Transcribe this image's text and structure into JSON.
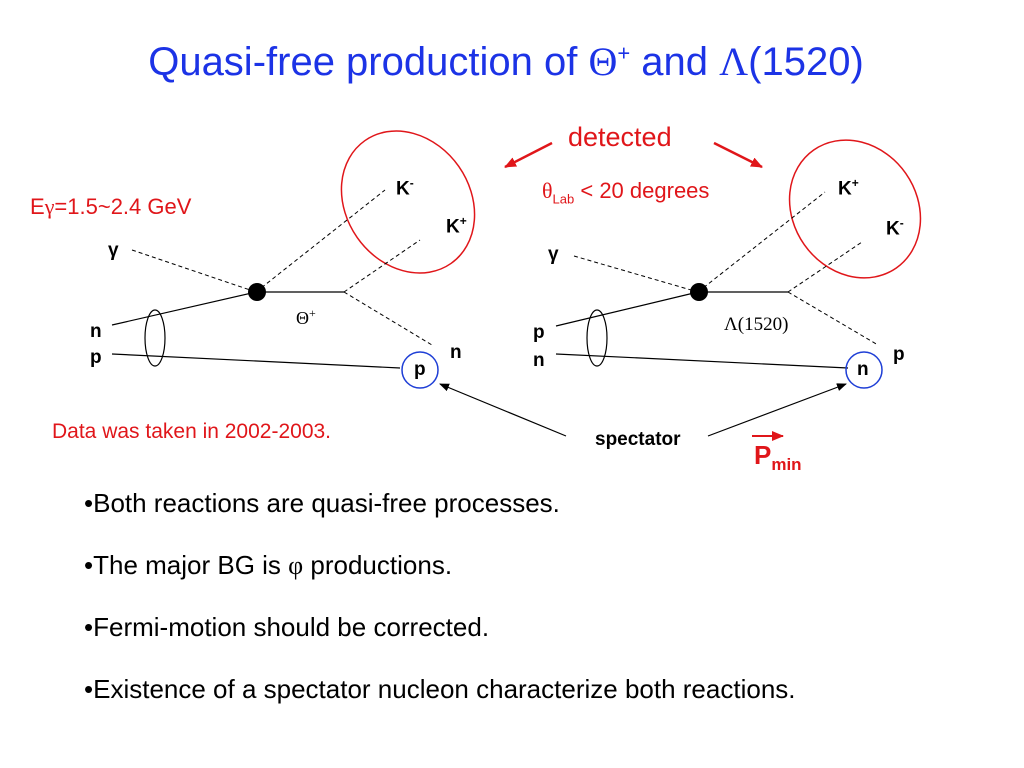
{
  "slide": {
    "title": {
      "prefix": "Quasi-free production of ",
      "theta": "Θ",
      "theta_sup": "+",
      "middle": " and ",
      "lambda": "Λ",
      "suffix": "(1520)"
    },
    "energy": {
      "e": "E",
      "gamma": "γ",
      "value": "=1.5~2.4 GeV"
    },
    "detected": "detected",
    "angle_cut": {
      "theta": "θ",
      "sub": "Lab",
      "text": " < 20 degrees"
    },
    "left_diagram": {
      "k_minus": "K",
      "k_minus_sup": "-",
      "k_plus": "K",
      "k_plus_sup": "+",
      "gamma": "γ",
      "n_top": "n",
      "p_bottom": "p",
      "theta": "Θ",
      "theta_sup": "+",
      "n_out": "n",
      "p_spectator": "p"
    },
    "right_diagram": {
      "k_plus": "K",
      "k_plus_sup": "+",
      "k_minus": "K",
      "k_minus_sup": "-",
      "gamma": "γ",
      "p_top": "p",
      "n_bottom": "n",
      "lambda": "Λ(1520)",
      "p_out": "p",
      "n_spectator": "n"
    },
    "spectator": "spectator",
    "p_min": {
      "p": "P",
      "sub": "min"
    },
    "data_note": "Data was taken in 2002-2003.",
    "bullets": [
      "•Both reactions are quasi-free processes.",
      "•The major BG is ",
      "•Fermi-motion should be corrected.",
      "•Existence of a spectator nucleon characterize both reactions."
    ],
    "phi": "φ",
    "bullet2_suffix": " productions.",
    "colors": {
      "title_blue": "#1c33e6",
      "accent_red": "#e0161a",
      "circle_blue": "#1f3fd6"
    }
  }
}
